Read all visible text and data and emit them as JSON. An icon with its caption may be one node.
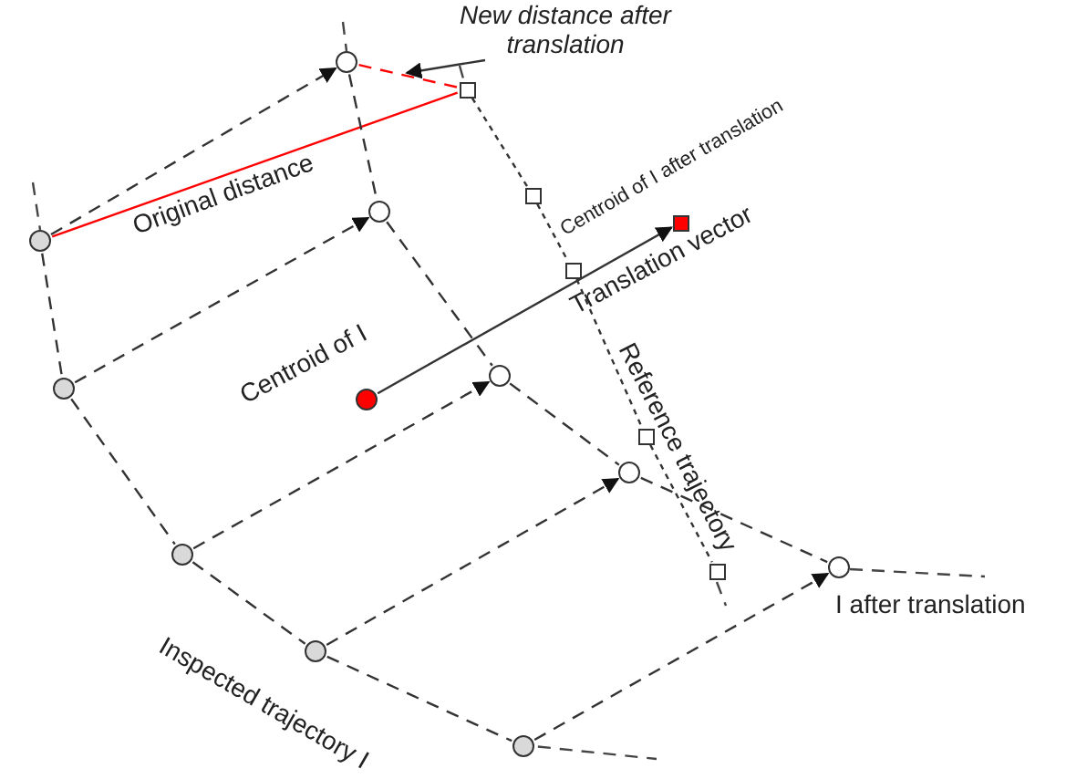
{
  "diagram": {
    "nodes": [
      {
        "text": [
          "New distance after translation"
        ]
      },
      {
        "text": [],
        "shape": "circle"
      },
      {
        "text": [],
        "shape": "box"
      },
      {
        "text": [],
        "shape": "circle"
      },
      {
        "text": [],
        "shape": "circle"
      },
      {
        "text": [],
        "shape": "box"
      },
      {
        "text": [],
        "shape": "box",
        "beside": [
          "Centroid of I after translation"
        ]
      },
      {
        "text": [],
        "shape": "box"
      },
      {
        "text": [],
        "shape": "circle"
      },
      {
        "text": [],
        "shape": "circle",
        "beside": [
          "Centroid of I"
        ]
      },
      {
        "text": [],
        "shape": "circle"
      },
      {
        "text": [],
        "shape": "box"
      },
      {
        "text": [],
        "shape": "circle"
      },
      {
        "text": [],
        "shape": "circle"
      },
      {
        "text": [],
        "shape": "box"
      },
      {
        "text": [],
        "shape": "circle",
        "beside": [
          "I after translation"
        ]
      },
      {
        "text": [],
        "shape": "circle"
      },
      {
        "text": [],
        "shape": "circle"
      }
    ],
    "edges": [
      {
        "from": 3,
        "to": 1,
        "arrow": "to",
        "style": "dashed"
      },
      {
        "from": 8,
        "to": 4,
        "arrow": "to",
        "style": "dashed"
      },
      {
        "from": 13,
        "to": 10,
        "arrow": "to",
        "style": "dashed"
      },
      {
        "from": 16,
        "to": 12,
        "arrow": "to",
        "style": "dashed"
      },
      {
        "from": 17,
        "to": 15,
        "arrow": "to",
        "style": "dashed"
      },
      {
        "from": 9,
        "to": 6,
        "arrow": "to",
        "label": "Translation vector"
      },
      {
        "from": 3,
        "to": 2,
        "arrow": "none",
        "label": "Original distance",
        "color": "#ff0000"
      },
      {
        "from": 1,
        "to": 2,
        "arrow": "none",
        "style": "dashed",
        "color": "#ff0000"
      },
      {
        "from": 0,
        "to": null,
        "arrow": "to"
      },
      {
        "from": 3,
        "to": 8,
        "arrow": "none",
        "style": "dashed"
      },
      {
        "from": 8,
        "to": 13,
        "arrow": "none",
        "style": "dashed"
      },
      {
        "from": 13,
        "to": 16,
        "arrow": "none",
        "style": "dashed"
      },
      {
        "from": 16,
        "to": 17,
        "arrow": "none",
        "style": "dashed"
      },
      {
        "from": 1,
        "to": 4,
        "arrow": "none",
        "style": "dashed"
      },
      {
        "from": 4,
        "to": 10,
        "arrow": "none",
        "style": "dashed"
      },
      {
        "from": 10,
        "to": 12,
        "arrow": "none",
        "style": "dashed"
      },
      {
        "from": 12,
        "to": 15,
        "arrow": "none",
        "style": "dashed"
      },
      {
        "from": 2,
        "to": 5,
        "arrow": "none",
        "style": "dashed"
      },
      {
        "from": 5,
        "to": 7,
        "arrow": "none",
        "style": "dashed"
      },
      {
        "from": 7,
        "to": 11,
        "arrow": "none",
        "style": "dashed"
      },
      {
        "from": 11,
        "to": 14,
        "arrow": "none",
        "style": "dashed"
      }
    ],
    "labels": [
      "Reference trajectory",
      "Inspected trajectory I"
    ]
  }
}
